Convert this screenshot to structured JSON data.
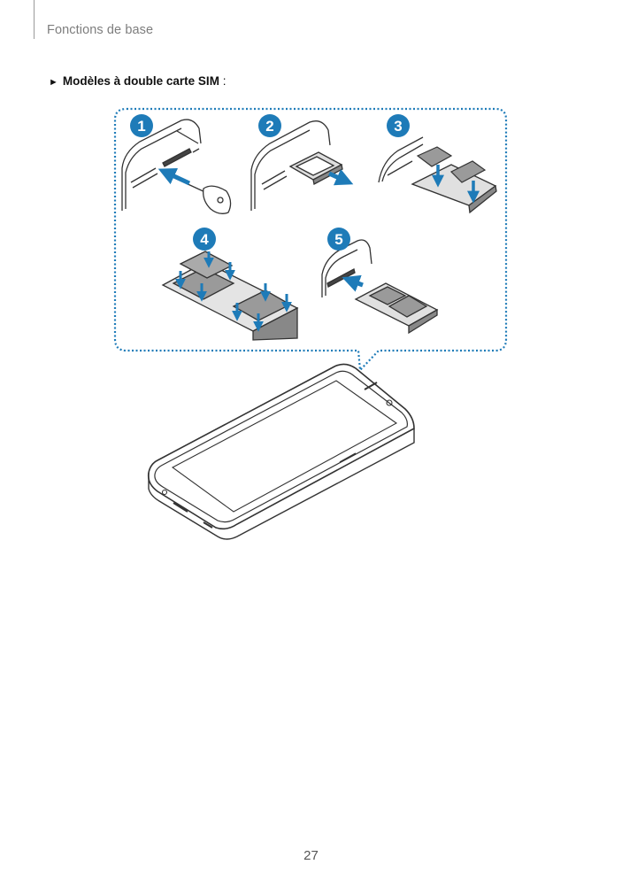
{
  "header": {
    "section": "Fonctions de base"
  },
  "subheading": {
    "marker": "►",
    "label": "Modèles à double carte SIM",
    "suffix": " :"
  },
  "figure": {
    "steps": [
      "1",
      "2",
      "3",
      "4",
      "5"
    ],
    "accent": "#1e7bb8",
    "callout_border": "#1e7bb8"
  },
  "footer": {
    "page_number": "27"
  }
}
